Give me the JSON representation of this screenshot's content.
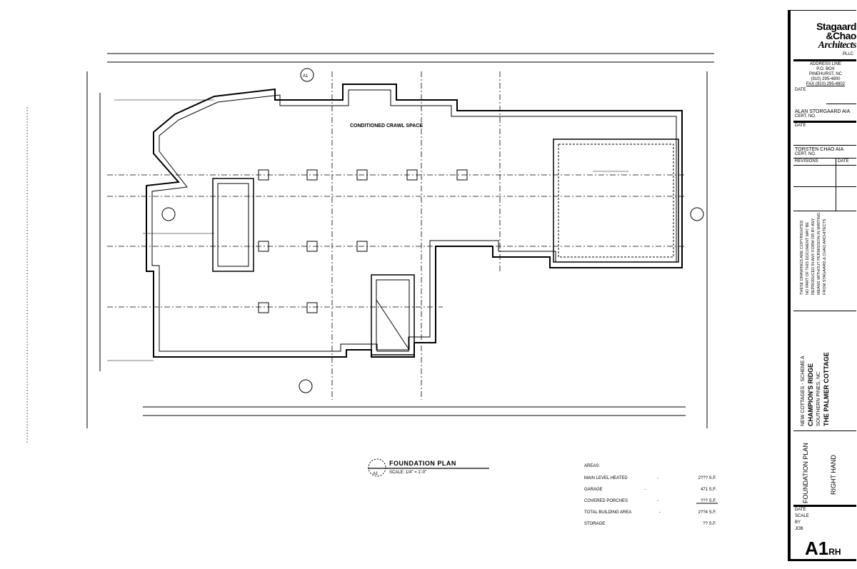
{
  "drawing": {
    "title": "FOUNDATION PLAN",
    "scale": "SCALE: 1/4\" = 1'-0\"",
    "detail_marker": "A1",
    "room_label": "CONDITIONED CRAWL SPACE",
    "section_marker": "A1"
  },
  "areas": {
    "heading": "AREAS:",
    "rows": [
      {
        "label": "MAIN LEVEL HEATED",
        "sep": "-",
        "value": "2??? S.F."
      },
      {
        "label": "GARAGE",
        "sep": "-",
        "value": "471 S.F."
      },
      {
        "label": "COVERED PORCHES",
        "sep": "-",
        "value": "??? S.F."
      },
      {
        "label": "TOTAL BUILDING AREA",
        "sep": "-",
        "value": "2??4 S.F."
      },
      {
        "label": "STORAGE",
        "sep": "",
        "value": "?? S.F."
      }
    ]
  },
  "title_block": {
    "firm_line1": "Stagaard",
    "firm_line2": "&Chao",
    "firm_line3": "Architects",
    "firm_suffix": "PLLC",
    "address": [
      "ADDRESS LINE",
      "P.O. BOX",
      "PINEHURST, NC",
      "(910) 295-4800",
      "FAX (910) 295-4802"
    ],
    "date_label": "DATE",
    "architect1": "ALAN STORGAARD AIA",
    "architect1_cert": "CERT. NO.",
    "architect2": "TORSTEN CHAO AIA",
    "architect2_cert": "CERT. NO.",
    "revisions_header": "REVISIONS",
    "revisions_date_header": "DATE",
    "copyright": [
      "THESE DRAWINGS ARE COPYRIGHTED",
      "NO PART OF THIS DOCUMENT MAY BE",
      "REPRODUCED IN ANY FORM OR BY ANY",
      "MEANS WITHOUT PERMISSION IN WRITING",
      "FROM STAGAARD & CHAO ARCHITECTS"
    ],
    "project_line1": "NEW COTTAGES - SCHEME A",
    "project_line2": "CHAMPION'S RIDGE",
    "project_line3": "SOUTHERN PINES, NC",
    "project_line4": "THE PALMER COTTAGE",
    "sheet_title": "FOUNDATION PLAN",
    "sheet_subtitle": "RIGHT HAND",
    "meta": [
      "DATE",
      "SCALE",
      "BY",
      "JOB"
    ],
    "sheet_number": "A1",
    "sheet_suffix": "RH"
  }
}
